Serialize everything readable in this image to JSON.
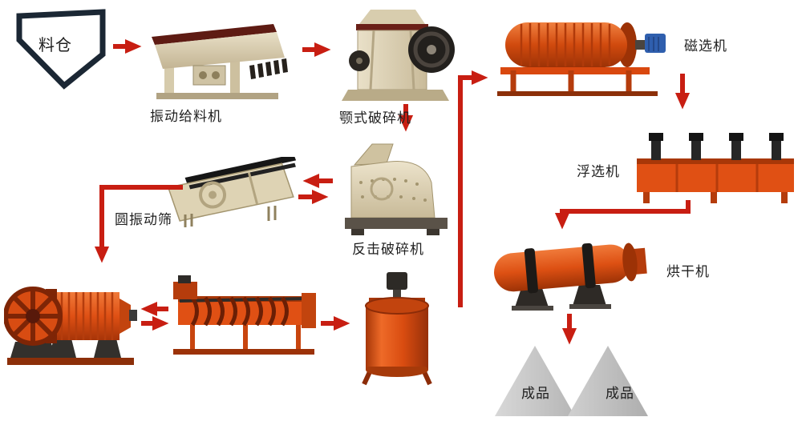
{
  "labels": {
    "silo": "料仓",
    "vibrating_feeder": "振动给料机",
    "jaw_crusher": "颚式破碎机",
    "circular_vibrating_screen": "圆振动筛",
    "impact_crusher": "反击破碎机",
    "magnetic_separator": "磁选机",
    "flotation_machine": "浮选机",
    "dryer": "烘干机",
    "product_left": "成品",
    "product_right": "成品"
  },
  "colors": {
    "arrow": "#c81e12",
    "machine_orange": "#e05014",
    "machine_beige": "#ded3b4",
    "machine_dark_top": "#5e1b13",
    "silo_outline": "#1b2734",
    "product_gray": "#c9c9c9",
    "label_text": "#1f1f1f",
    "background": "#ffffff"
  }
}
